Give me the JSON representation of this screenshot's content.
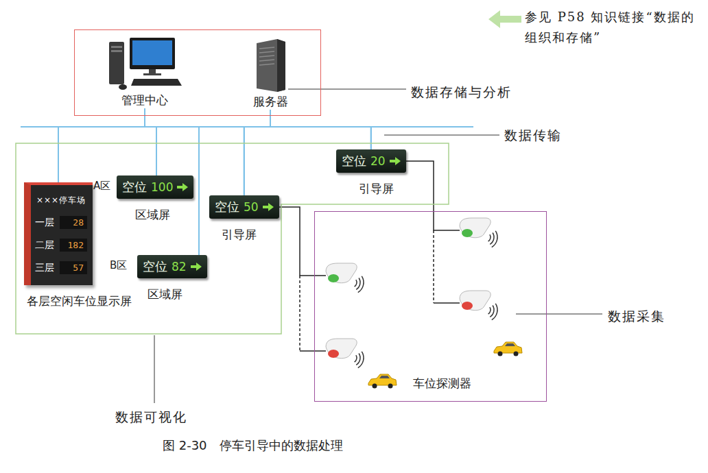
{
  "diagram": {
    "caption": "图 2-30　停车引导中的数据处理",
    "nodes": [
      {
        "text": [
          "数据存储与分析"
        ]
      },
      {
        "text": [
          "管理中心"
        ],
        "in": 0
      },
      {
        "text": [
          "服务器"
        ],
        "in": 0
      },
      {
        "text": [
          "数据可视化"
        ]
      },
      {
        "text": [
          "×××停车场",
          "一层",
          "28",
          "二层",
          "182",
          "三层",
          "57",
          "各层空闲车位显示屏"
        ],
        "in": 3
      },
      {
        "text": [
          "A区",
          "空位",
          "100",
          "区域屏"
        ],
        "in": 3
      },
      {
        "text": [
          "B区",
          "空位",
          "82",
          "区域屏"
        ],
        "in": 3
      },
      {
        "text": [
          "空位",
          "50",
          "引导屏"
        ],
        "in": 3
      },
      {
        "text": [
          "空位",
          "20",
          "引导屏"
        ],
        "in": 3
      },
      {
        "text": [
          "数据采集"
        ]
      }
    ],
    "edges": [
      {
        "from": 1,
        "to": 4,
        "arrow": "none"
      },
      {
        "from": 1,
        "to": 5,
        "arrow": "none"
      },
      {
        "from": 1,
        "to": 6,
        "arrow": "none"
      },
      {
        "from": 1,
        "to": 7,
        "arrow": "none"
      },
      {
        "from": 1,
        "to": 8,
        "arrow": "none"
      },
      {
        "from": 2,
        "to": 4,
        "arrow": "none"
      },
      {
        "from": 2,
        "to": 5,
        "arrow": "none"
      },
      {
        "from": 2,
        "to": 6,
        "arrow": "none"
      },
      {
        "from": 2,
        "to": 7,
        "arrow": "none"
      },
      {
        "from": 2,
        "to": 8,
        "arrow": "none"
      }
    ],
    "labels": [
      "参见 P58 知识链接“数据的组织和存储”",
      "数据传输",
      "车位探测器"
    ]
  }
}
